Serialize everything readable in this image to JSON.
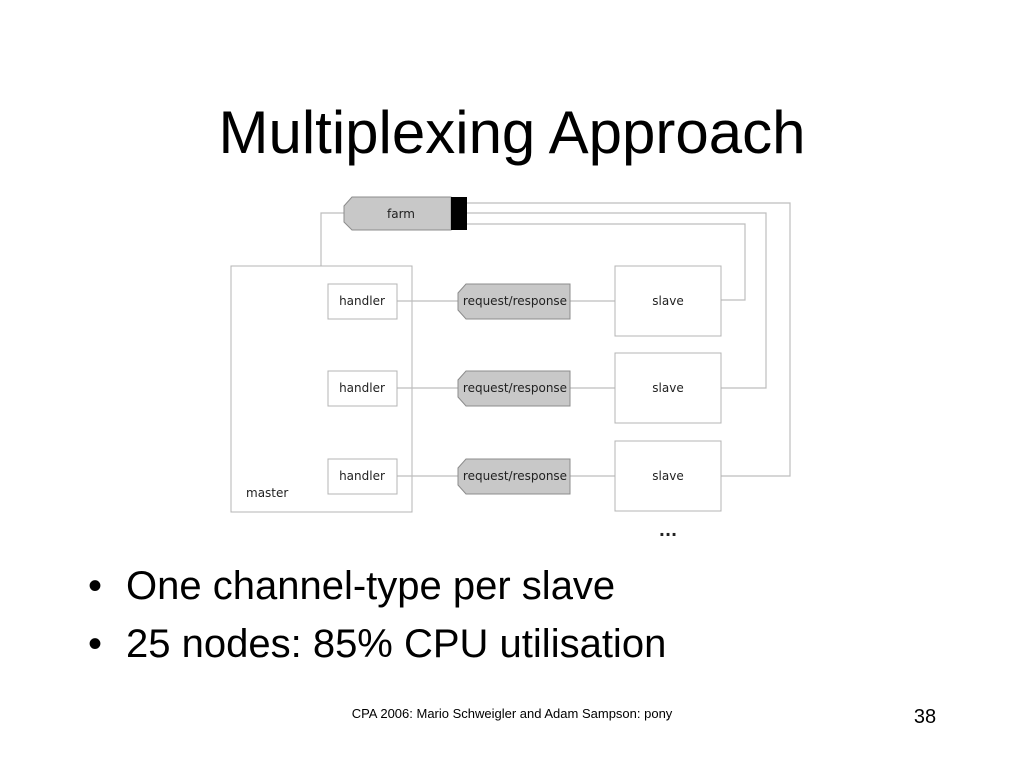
{
  "slide": {
    "title": "Multiplexing Approach",
    "bullets": [
      "One channel-type per slave",
      "25 nodes: 85% CPU utilisation"
    ],
    "bullet_glyph": "•",
    "footer": "CPA 2006: Mario Schweigler and Adam Sampson: pony",
    "page_number": "38"
  },
  "diagram": {
    "farm_label": "farm",
    "master_label": "master",
    "handlers": [
      "handler",
      "handler",
      "handler"
    ],
    "channels": [
      "request/response",
      "request/response",
      "request/response"
    ],
    "slaves": [
      "slave",
      "slave",
      "slave"
    ],
    "ellipsis": "...",
    "colors": {
      "channel_fill": "#c8c8c8",
      "box_stroke": "#b4b4b4",
      "line": "#bdbdbd",
      "farm_end": "#000000"
    }
  }
}
